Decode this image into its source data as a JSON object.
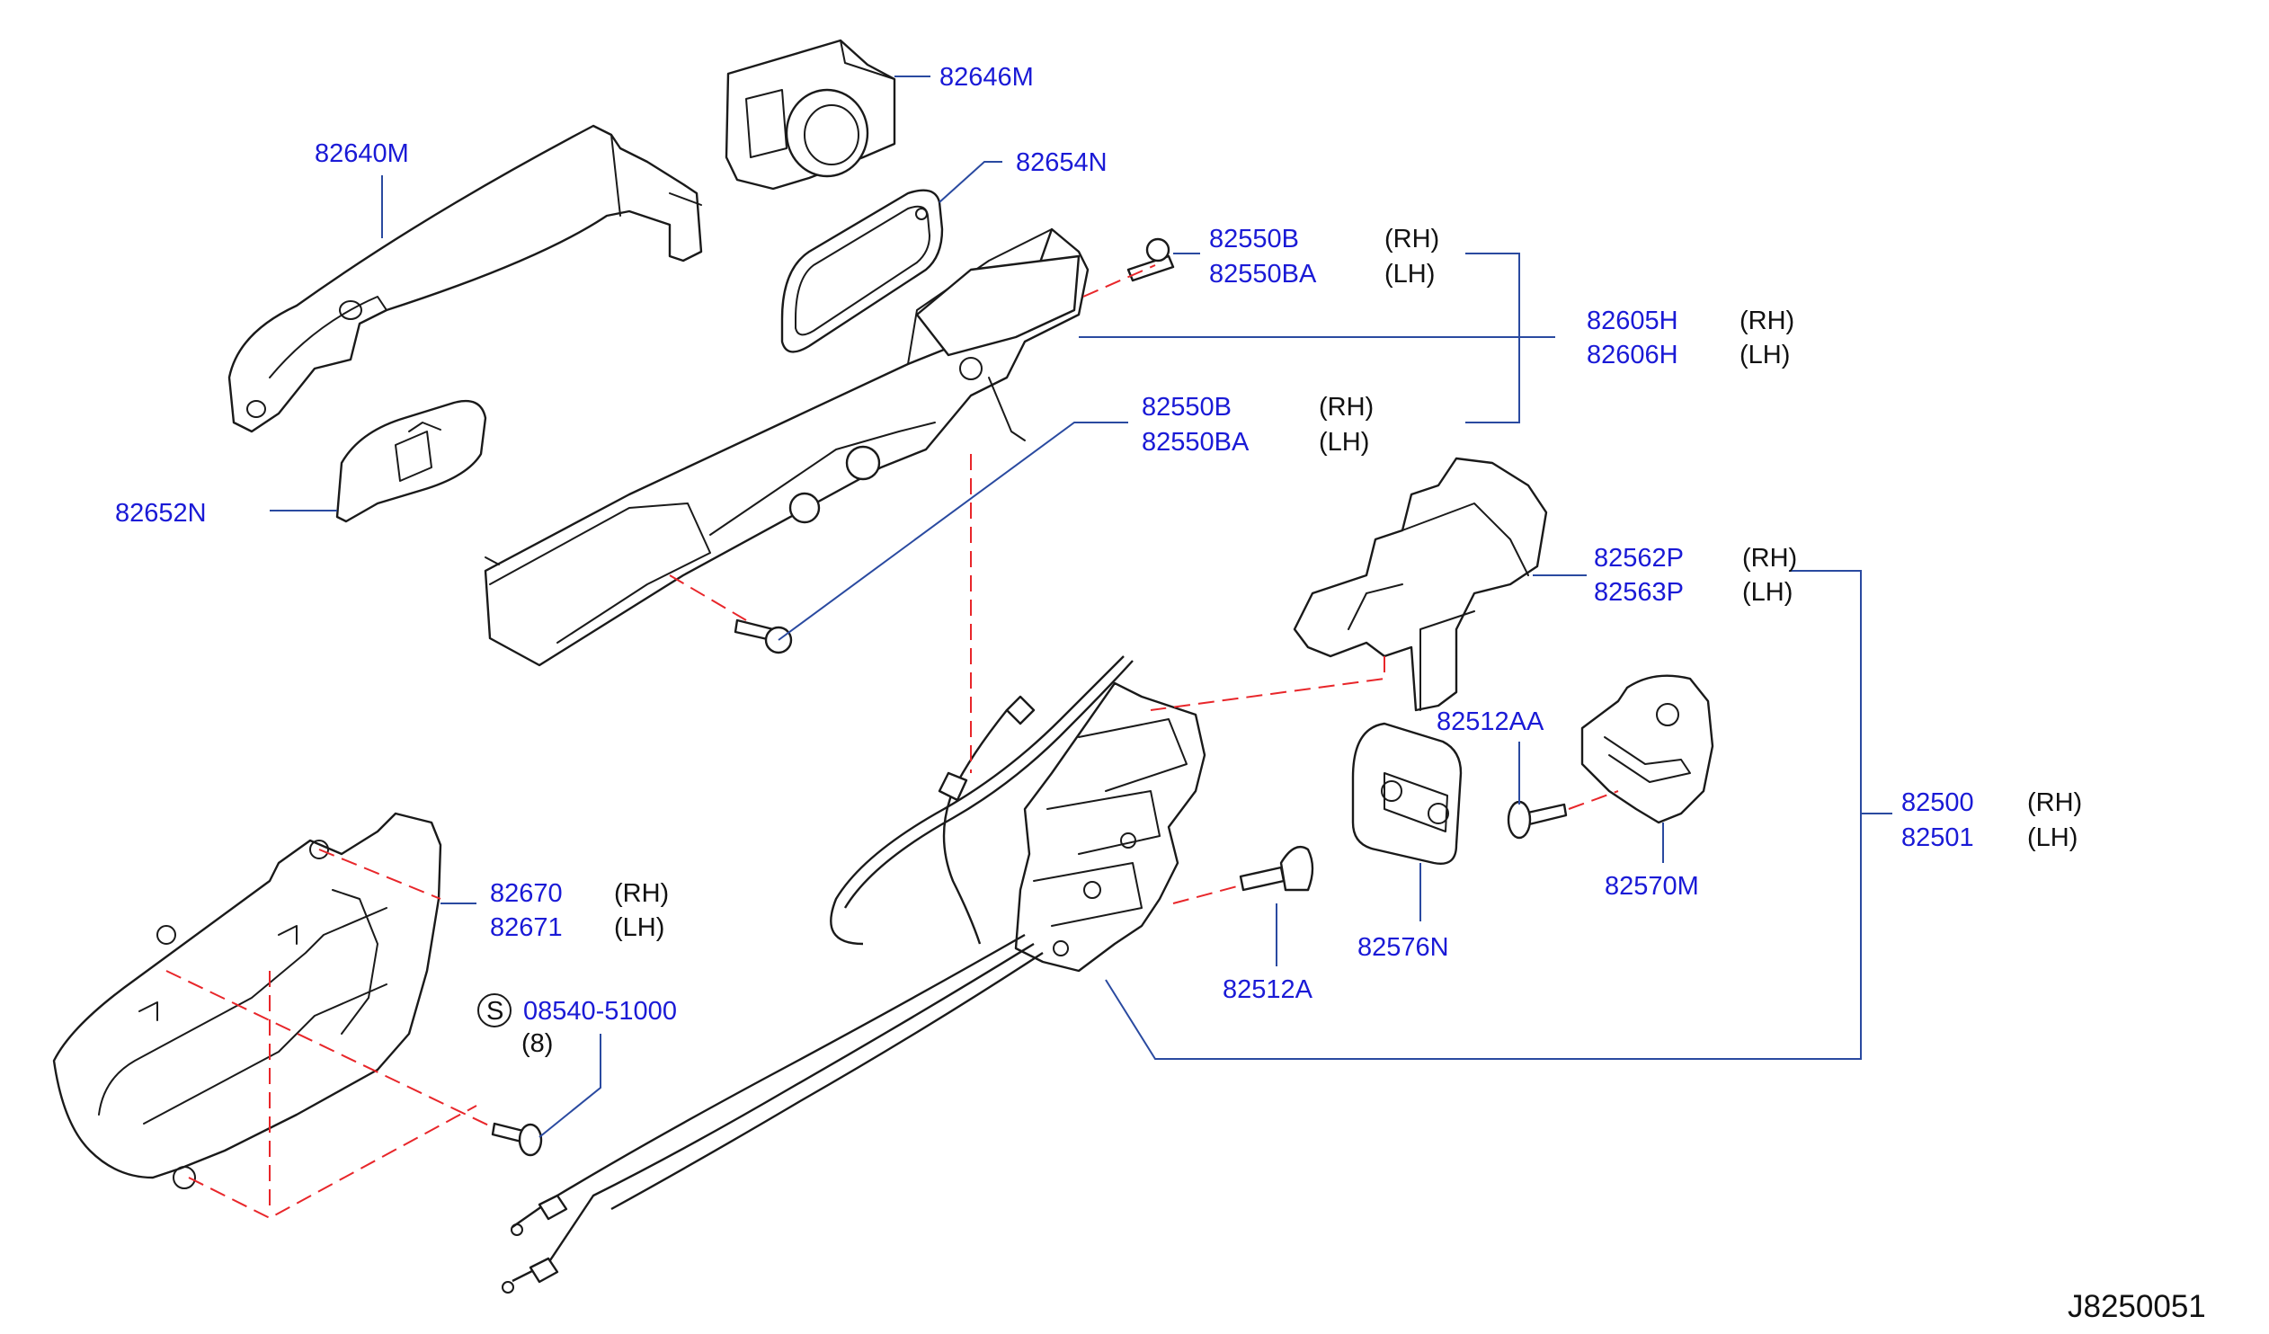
{
  "diagram_code": "J8250051",
  "callouts": {
    "p82646M": "82646M",
    "p82640M": "82640M",
    "p82654N": "82654N",
    "p82652N": "82652N",
    "p82550B_top": "82550B",
    "p82550BA_top": "82550BA",
    "p82605H": "82605H",
    "p82606H": "82606H",
    "p82550B_mid": "82550B",
    "p82550BA_mid": "82550BA",
    "p82562P": "82562P",
    "p82563P": "82563P",
    "p82512AA": "82512AA",
    "p82500": "82500",
    "p82501": "82501",
    "p82570M": "82570M",
    "p82576N": "82576N",
    "p82512A": "82512A",
    "p82670": "82670",
    "p82671": "82671",
    "p08540": "08540-51000",
    "qty08540": "(8)",
    "s_symbol": "S"
  },
  "sides": {
    "rh": "(RH)",
    "lh": "(LH)"
  },
  "colors": {
    "part_number": "#1a1ad6",
    "leader": "#2a4aa0",
    "dashed_ref": "#e8262a",
    "outline": "#1a1a1a"
  }
}
